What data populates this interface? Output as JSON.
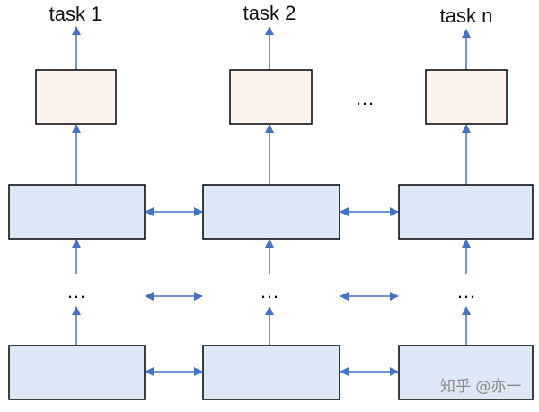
{
  "tasks": [
    {
      "label": "task 1"
    },
    {
      "label": "task 2"
    },
    {
      "label": "task n"
    }
  ],
  "ellipsis": "…",
  "watermark": "知乎 @亦一",
  "colors": {
    "arrow": "#4472c4",
    "box_stroke": "#000000",
    "head_fill": "#fdf3ee",
    "layer_fill": "#dce8f5"
  }
}
